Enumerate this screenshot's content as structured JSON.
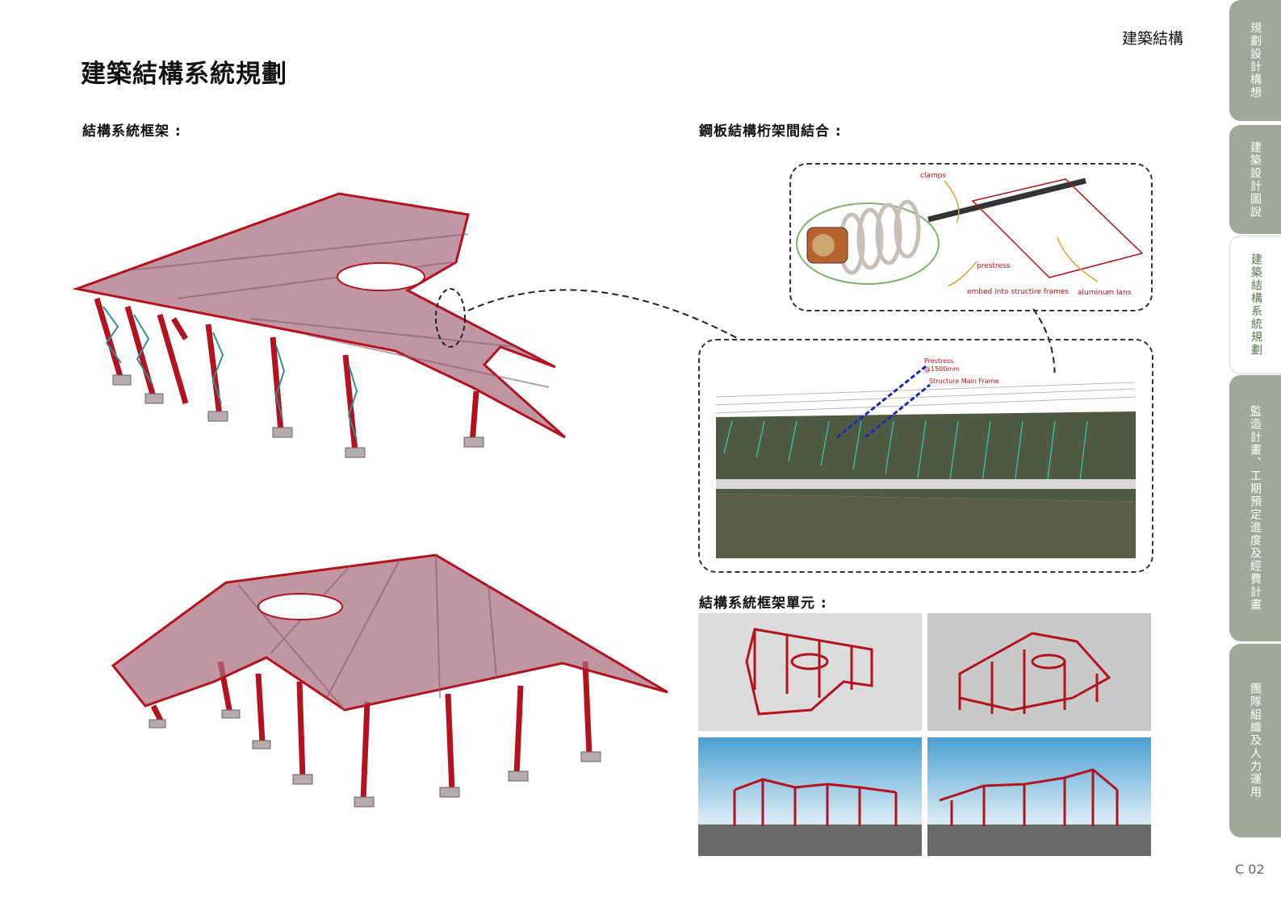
{
  "page": {
    "title": "建築結構系統規劃",
    "section_tag": "建築結構",
    "page_number": "C 02"
  },
  "sections": {
    "frame_system": "結構系統框架 :",
    "steel_truss": "鋼板結構桁架間結合 :",
    "frame_units": "結構系統框架單元 :"
  },
  "detail_labels": {
    "clamps": "clamps",
    "prestress": "prestress",
    "embed": "embed into structire frames",
    "aluminum": "aluminum lans"
  },
  "roof_labels": {
    "prestress": "Prestress",
    "spacing": "@1500mm",
    "main_frame": "Structure Main Frame"
  },
  "nav": {
    "tabs": [
      {
        "label": "規劃設計構想",
        "active": false
      },
      {
        "label": "建築設計圖說",
        "active": false
      },
      {
        "label": "建築結構系統規劃",
        "active": true
      },
      {
        "label": "監造計畫、工期預定進度及經費計畫",
        "active": false
      },
      {
        "label": "團隊組織及人力運用",
        "active": false
      }
    ]
  },
  "colors": {
    "structure_red": "#b3121e",
    "roof_glass": "#a86d80",
    "nav_green": "#9fa99a",
    "active_text": "#58724f"
  }
}
